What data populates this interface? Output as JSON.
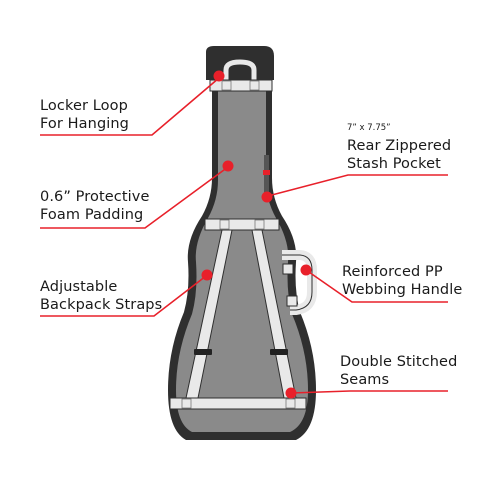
{
  "colors": {
    "accent": "#e8202a",
    "bag_outline": "#2f2f2f",
    "bag_fill": "#8a8a8a",
    "strap": "#e9e9e9"
  },
  "callouts": {
    "locker_loop": {
      "line1": "Locker Loop",
      "line2": "For Hanging"
    },
    "foam_padding": {
      "line1": "0.6” Protective",
      "line2": "Foam Padding"
    },
    "backpack_straps": {
      "line1": "Adjustable",
      "line2": "Backpack Straps"
    },
    "stash_pocket": {
      "size": "7” x 7.75”",
      "line1": "Rear Zippered",
      "line2": "Stash Pocket"
    },
    "webbing_handle": {
      "line1": "Reinforced PP",
      "line2": "Webbing Handle"
    },
    "seams": {
      "line1": "Double Stitched",
      "line2": "Seams"
    }
  }
}
